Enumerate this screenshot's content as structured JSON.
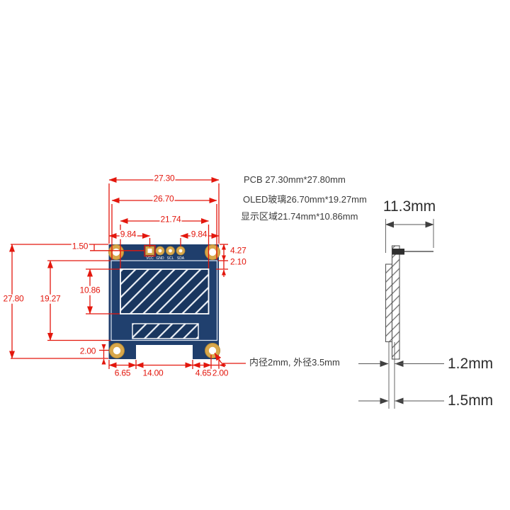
{
  "front_view": {
    "pins": [
      "VCC",
      "GND",
      "SCL",
      "SDA"
    ],
    "dimensions": {
      "pcb_width": "27.30",
      "glass_width": "26.70",
      "display_width": "21.74",
      "pin_inset_left": "9.84",
      "pin_inset_right": "9.84",
      "pin_row_offset": "1.50",
      "header_strip_height": "4.27",
      "glass_to_display_gap": "2.10",
      "pcb_height": "27.80",
      "glass_height": "19.27",
      "display_height": "10.86",
      "hole_center_offset": "2.00",
      "bottom_segments": [
        "6.65",
        "14.00",
        "4.65",
        "2.00"
      ]
    },
    "hole_note": "内径2mm, 外径3.5mm"
  },
  "annotations": {
    "pcb": "PCB 27.30mm*27.80mm",
    "oled_glass": "OLED玻璃26.70mm*19.27mm",
    "display_area": "显示区域21.74mm*10.86mm"
  },
  "side_view": {
    "overall_width": "11.3mm",
    "pcb_thickness": "1.2mm",
    "total_thickness": "1.5mm"
  },
  "colors": {
    "dimension_red": "#e3170d",
    "pcb_blue": "#1f3e6c",
    "display_blue": "#19365f",
    "pad_gold": "#d8a74b",
    "annotation_text": "#3a3a3a"
  }
}
